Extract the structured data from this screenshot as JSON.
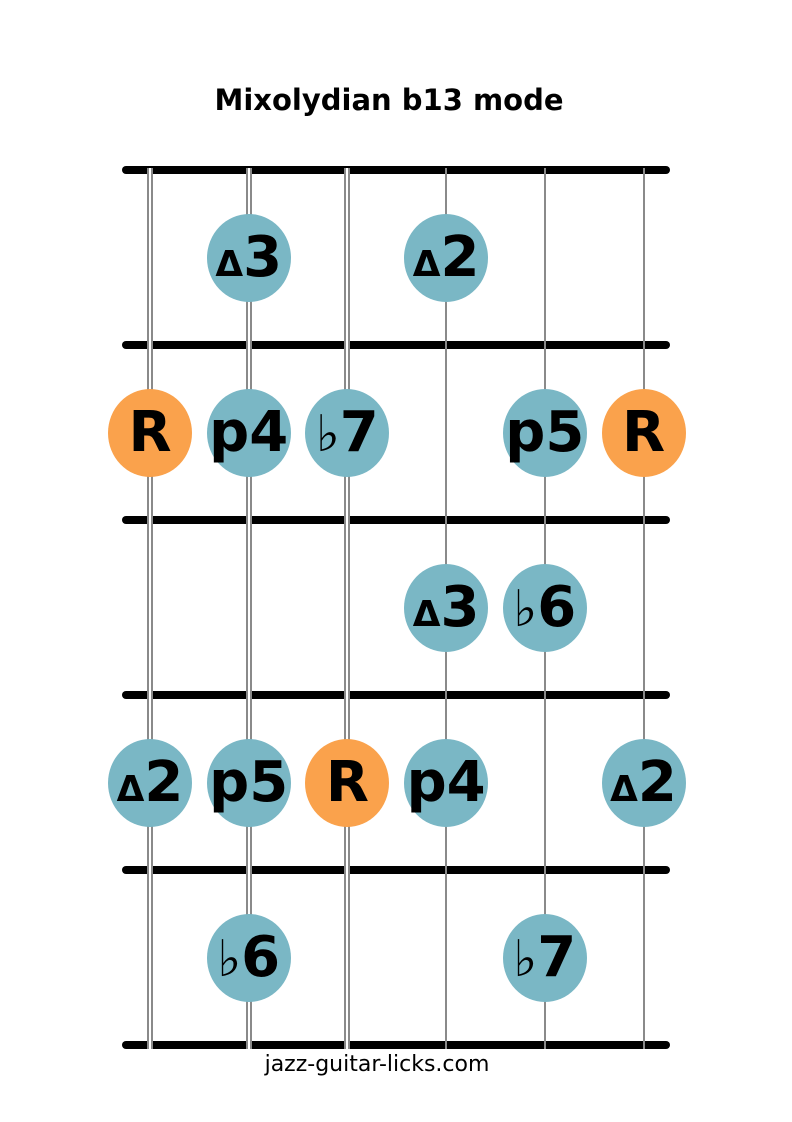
{
  "title": "Mixolydian b13 mode",
  "footer": "jazz-guitar-licks.com",
  "colors": {
    "background": "#FFFFFF",
    "root_fill": "#FAA24C",
    "interval_fill": "#7AB7C5",
    "label_text": "#000000",
    "fret_line": "#000000",
    "string_line": "#8A8A8A",
    "title_text": "#000000"
  },
  "diagram": {
    "type": "guitar-fretboard-scale-diagram",
    "string_count": 6,
    "fret_space_count": 5,
    "wound_strings": [
      1,
      2,
      3
    ],
    "root_label": "R",
    "notes": [
      {
        "string": 2,
        "fret": 1,
        "label": "Δ3",
        "accidental": "Δ",
        "degree": "3",
        "is_root": false
      },
      {
        "string": 4,
        "fret": 1,
        "label": "Δ2",
        "accidental": "Δ",
        "degree": "2",
        "is_root": false
      },
      {
        "string": 1,
        "fret": 2,
        "label": "R",
        "accidental": "",
        "degree": "R",
        "is_root": true
      },
      {
        "string": 2,
        "fret": 2,
        "label": "p4",
        "accidental": "",
        "degree": "p4",
        "is_root": false
      },
      {
        "string": 3,
        "fret": 2,
        "label": "♭7",
        "accidental": "♭",
        "degree": "7",
        "is_root": false
      },
      {
        "string": 5,
        "fret": 2,
        "label": "p5",
        "accidental": "",
        "degree": "p5",
        "is_root": false
      },
      {
        "string": 6,
        "fret": 2,
        "label": "R",
        "accidental": "",
        "degree": "R",
        "is_root": true
      },
      {
        "string": 4,
        "fret": 3,
        "label": "Δ3",
        "accidental": "Δ",
        "degree": "3",
        "is_root": false
      },
      {
        "string": 5,
        "fret": 3,
        "label": "♭6",
        "accidental": "♭",
        "degree": "6",
        "is_root": false
      },
      {
        "string": 1,
        "fret": 4,
        "label": "Δ2",
        "accidental": "Δ",
        "degree": "2",
        "is_root": false
      },
      {
        "string": 2,
        "fret": 4,
        "label": "p5",
        "accidental": "",
        "degree": "p5",
        "is_root": false
      },
      {
        "string": 3,
        "fret": 4,
        "label": "R",
        "accidental": "",
        "degree": "R",
        "is_root": true
      },
      {
        "string": 4,
        "fret": 4,
        "label": "p4",
        "accidental": "",
        "degree": "p4",
        "is_root": false
      },
      {
        "string": 6,
        "fret": 4,
        "label": "Δ2",
        "accidental": "Δ",
        "degree": "2",
        "is_root": false
      },
      {
        "string": 2,
        "fret": 5,
        "label": "♭6",
        "accidental": "♭",
        "degree": "6",
        "is_root": false
      },
      {
        "string": 5,
        "fret": 5,
        "label": "♭7",
        "accidental": "♭",
        "degree": "7",
        "is_root": false
      }
    ]
  }
}
